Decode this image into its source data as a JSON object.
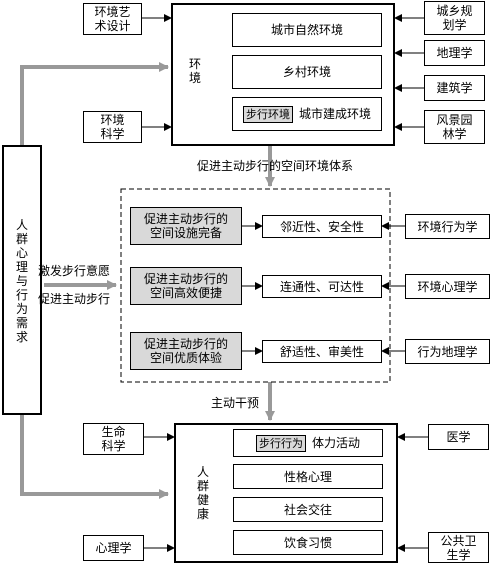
{
  "env": {
    "label": "环境",
    "items": [
      "城市自然环境",
      "乡村环境"
    ],
    "built": {
      "tag": "步行环境",
      "text": "城市建成环境"
    }
  },
  "left_disciplines_top": [
    [
      "环境艺",
      "术设计"
    ],
    [
      "环境",
      "科学"
    ]
  ],
  "right_disciplines_top": [
    [
      "城乡规",
      "划学"
    ],
    [
      "地理学"
    ],
    [
      "建筑学"
    ],
    [
      "风景园",
      "林学"
    ]
  ],
  "system_label": "促进主动步行的空间环境体系",
  "promote": [
    {
      "lines": [
        "促进主动步行的",
        "空间设施完备"
      ],
      "result": "邻近性、安全性",
      "discipline": "环境行为学"
    },
    {
      "lines": [
        "促进主动步行的",
        "空间高效便捷"
      ],
      "result": "连通性、可达性",
      "discipline": "环境心理学"
    },
    {
      "lines": [
        "促进主动步行的",
        "空间优质体验"
      ],
      "result": "舒适性、审美性",
      "discipline": "行为地理学"
    }
  ],
  "need": {
    "label": "人群心理与行为需求"
  },
  "arrow_labels": {
    "stimulate": "激发步行意愿",
    "promote": "促进主动步行",
    "intervene": "主动干预"
  },
  "health": {
    "label": "人群健康",
    "activity": {
      "tag": "步行行为",
      "text": "体力活动"
    },
    "items": [
      "性格心理",
      "社会交往",
      "饮食习惯"
    ]
  },
  "left_disciplines_bottom": [
    [
      "生命",
      "科学"
    ],
    [
      "心理学"
    ]
  ],
  "right_disciplines_bottom": [
    [
      "医学"
    ],
    [
      "公共卫",
      "生学"
    ]
  ]
}
